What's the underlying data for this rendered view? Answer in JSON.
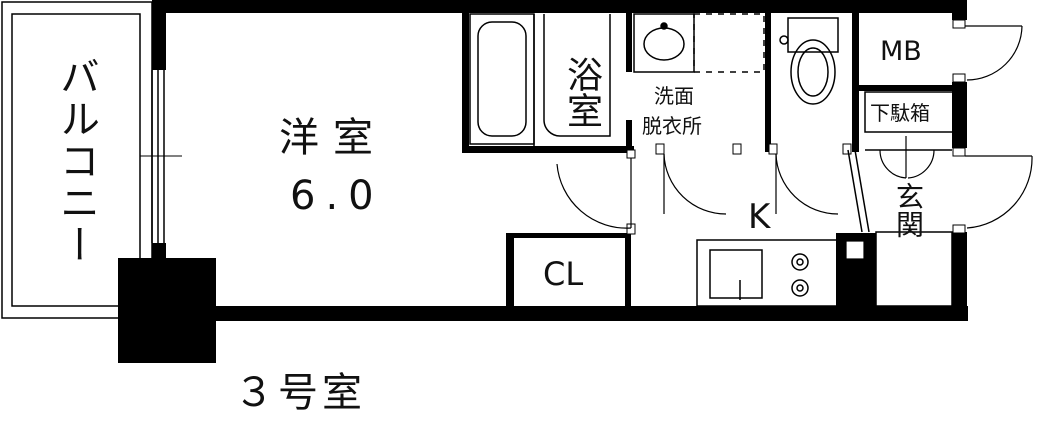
{
  "floorplan": {
    "unit_label": "３号室",
    "rooms": {
      "balcony": "バルコニー",
      "western_room": "洋室",
      "western_room_size": "6.0",
      "bath": "浴室",
      "washroom_line1": "洗面",
      "washroom_line2": "脱衣所",
      "meter_box": "MB",
      "shoe_cabinet": "下駄箱",
      "entrance": "玄関",
      "kitchen": "K",
      "closet": "CL"
    }
  }
}
